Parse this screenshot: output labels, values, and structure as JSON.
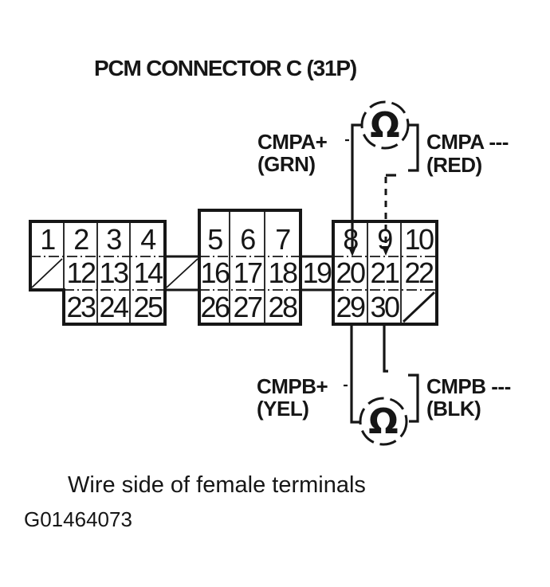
{
  "title": "PCM CONNECTOR C (31P)",
  "top_measurement": {
    "symbol": "Ω",
    "positive": {
      "label": "CMPA+",
      "wire_color": "(GRN)"
    },
    "negative": {
      "label": "CMPA ---",
      "wire_color": "(RED)"
    }
  },
  "bottom_measurement": {
    "symbol": "Ω",
    "positive": {
      "label": "CMPB+",
      "wire_color": "(YEL)"
    },
    "negative": {
      "label": "CMPB ---",
      "wire_color": "(BLK)"
    }
  },
  "connector": {
    "left_block": {
      "row1": [
        "1",
        "2",
        "3",
        "4"
      ],
      "row2": [
        "12",
        "13",
        "14"
      ],
      "row3": [
        "23",
        "24",
        "25"
      ]
    },
    "middle_block": {
      "row1": [
        "5",
        "6",
        "7"
      ],
      "row2": [
        "16",
        "17",
        "18"
      ],
      "row3": [
        "26",
        "27",
        "28"
      ]
    },
    "pin_19": "19",
    "right_block": {
      "row1": [
        "8",
        "9",
        "10"
      ],
      "row2": [
        "20",
        "21",
        "22"
      ],
      "row3": [
        "29",
        "30"
      ]
    }
  },
  "caption": "Wire side of female terminals",
  "figure_id": "G01464073",
  "colors": {
    "ink": "#161616",
    "background": "#ffffff"
  }
}
